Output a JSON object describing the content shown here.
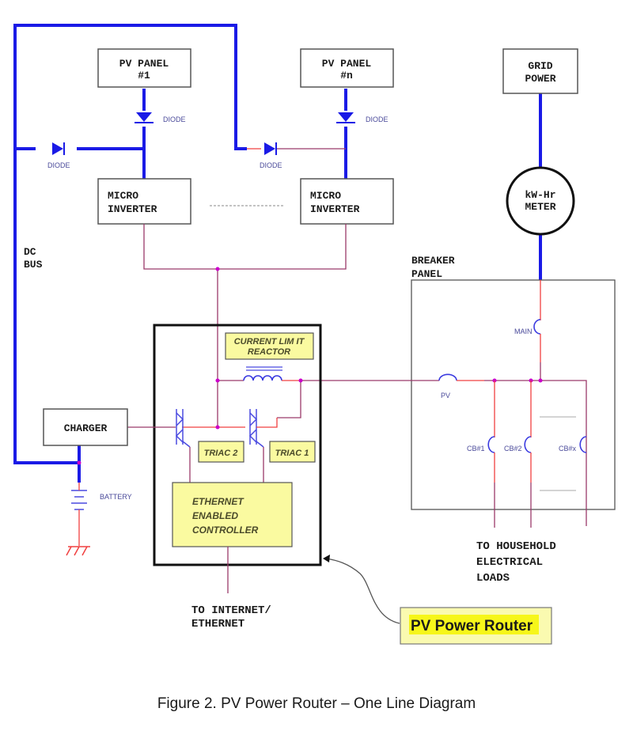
{
  "blocks": {
    "pv_panel_1": [
      "PV PANEL",
      "#1"
    ],
    "pv_panel_n": [
      "PV PANEL",
      "#n"
    ],
    "grid_power": [
      "GRID",
      "POWER"
    ],
    "micro_inverter_1": [
      "MICRO",
      "INVERTER"
    ],
    "micro_inverter_n": [
      "MICRO",
      "INVERTER"
    ],
    "meter": [
      "kW-Hr",
      "METER"
    ],
    "charger": "CHARGER",
    "controller": [
      "ETHERNET",
      "ENABLED",
      "CONTROLLER"
    ],
    "reactor": [
      "CURRENT LIM IT",
      "REACTOR"
    ],
    "triac_2": "TRIAC 2",
    "triac_1": "TRIAC 1"
  },
  "labels": {
    "diode": "DIODE",
    "dc_bus": [
      "DC",
      "BUS"
    ],
    "breaker_panel": [
      "BREAKER",
      "PANEL"
    ],
    "battery": "BATTERY",
    "main": "MAIN",
    "pv_breaker": "PV",
    "cb1": "CB#1",
    "cb2": "CB#2",
    "cbx": "CB#x",
    "household": [
      "TO HOUSEHOLD",
      "ELECTRICAL",
      "LOADS"
    ],
    "internet": [
      "TO INTERNET/",
      "ETHERNET"
    ],
    "router_callout": "PV Power Router"
  },
  "caption": "Figure 2.  PV Power Router – One Line Diagram"
}
